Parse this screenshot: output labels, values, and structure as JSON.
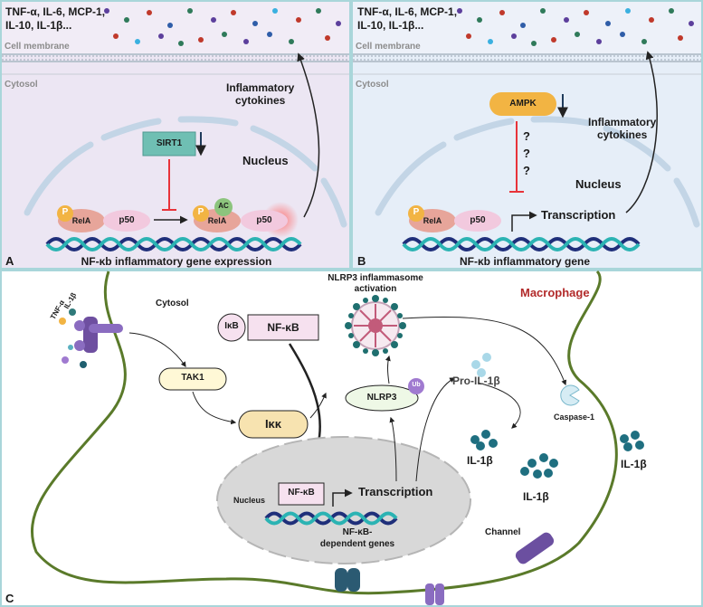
{
  "panel_a": {
    "letter": "A",
    "cytokines": "TNF-α, IL-6, MCP-1,\nIL-10, IL-1β...",
    "cell_membrane": "Cell membrane",
    "cytosol": "Cytosol",
    "inflammatory_cytokines": "Inflammatory\ncytokines",
    "sirt1": "SIRT1",
    "nucleus": "Nucleus",
    "p": "P",
    "rela": "RelA",
    "p50": "p50",
    "ac": "AC",
    "gene_expression": "NF-κb inflammatory gene expression"
  },
  "panel_b": {
    "letter": "B",
    "cytokines": "TNF-α, IL-6, MCP-1,\nIL-10, IL-1β...",
    "cell_membrane": "Cell membrane",
    "cytosol": "Cytosol",
    "ampk": "AMPK",
    "question_marks": [
      "?",
      "?",
      "?"
    ],
    "inflammatory_cytokines": "Inflammatory\ncytokines",
    "nucleus": "Nucleus",
    "p": "P",
    "rela": "RelA",
    "p50": "p50",
    "transcription": "Transcription",
    "gene": "NF-κb inflammatory gene"
  },
  "panel_c": {
    "letter": "C",
    "cytosol": "Cytosol",
    "macrophage": "Macrophage",
    "tnf": "TNF-α",
    "il1b_receptor": "IL-1β",
    "tak1": "TAK1",
    "ikk": "Iκκ",
    "ikb": "IκB",
    "nfkb": "NF-κB",
    "nlrp3_activation": "NLRP3 inflammasome\nactivation",
    "nlrp3": "NLRP3",
    "ub": "Ub",
    "pro_il1b": "Pro-IL-1β",
    "caspase1": "Caspase-1",
    "il1b_a": "IL-1β",
    "il1b_b": "IL-1β",
    "il1b_c": "IL-1β",
    "nucleus": "Nucleus",
    "nucleus_nfkb": "NF-κB",
    "transcription": "Transcription",
    "dependent_genes": "NF-κB-\ndependent genes",
    "channel": "Channel"
  },
  "colors": {
    "panel_a_bg": "#efe9f5",
    "panel_b_bg": "#e9f0f8",
    "panel_c_border": "#9fd6d8",
    "membrane_green": "#5a7a2a",
    "inhibit_red": "#e8333a",
    "macrophage_label": "#b22a2a",
    "ampk_fill": "#f2b443",
    "sirt1_fill": "#6fbfb3",
    "dna_dark": "#1f2f7a",
    "dna_teal": "#2bb3b3"
  }
}
